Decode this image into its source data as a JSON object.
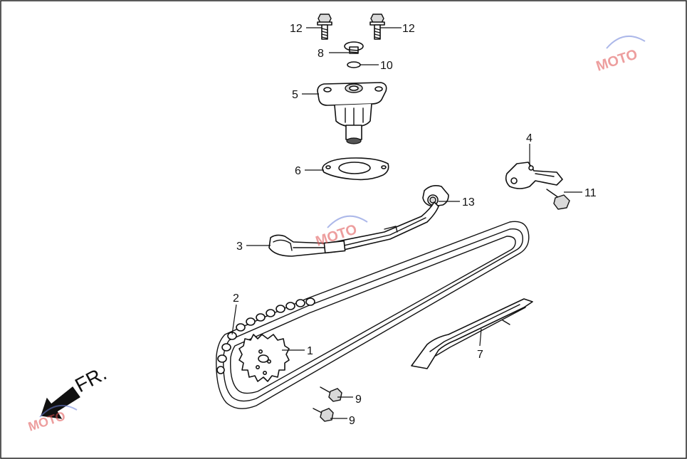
{
  "callouts": {
    "c1": "1",
    "c2": "2",
    "c3": "3",
    "c4": "4",
    "c5": "5",
    "c6": "6",
    "c7": "7",
    "c8": "8",
    "c9a": "9",
    "c9b": "9",
    "c10": "10",
    "c11": "11",
    "c12a": "12",
    "c12b": "12",
    "c13": "13"
  },
  "direction_label": "FR.",
  "watermark": {
    "text": "MOTO",
    "colors": {
      "primary": "#e05050",
      "secondary": "#6a7fd8"
    }
  },
  "icons": [
    "front-direction-arrow-icon",
    "watermark-logo"
  ]
}
